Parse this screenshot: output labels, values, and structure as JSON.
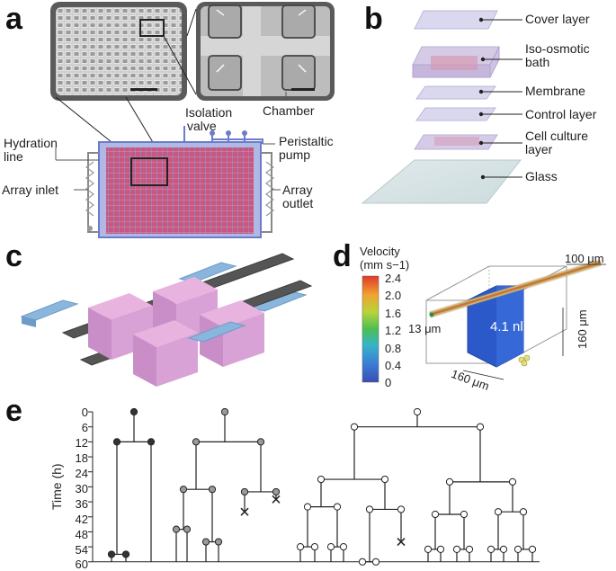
{
  "panels": {
    "a": "a",
    "b": "b",
    "c": "c",
    "d": "d",
    "e": "e"
  },
  "panel_a": {
    "isolation_valve": [
      "Isolation",
      "valve"
    ],
    "hydration_line": [
      "Hydration",
      "line"
    ],
    "array_inlet": "Array inlet",
    "peristaltic_pump": [
      "Peristaltic",
      "pump"
    ],
    "array_outlet": [
      "Array",
      "outlet"
    ],
    "chamber": "Chamber"
  },
  "panel_b": {
    "layers": [
      [
        "Cover layer"
      ],
      [
        "Iso-osmotic",
        "bath"
      ],
      [
        "Membrane"
      ],
      [
        "Control layer"
      ],
      [
        "Cell culture",
        "layer"
      ],
      [
        "Glass"
      ]
    ]
  },
  "panel_d": {
    "colorbar_title": [
      "Velocity",
      "(mm s−1)"
    ],
    "colorbar_ticks": [
      "2.4",
      "2.0",
      "1.6",
      "1.2",
      "0.8",
      "0.4",
      "0"
    ],
    "dim_top": "100 μm",
    "dim_left": "13 μm",
    "dim_right": "160 μm",
    "dim_bottom": "160 μm",
    "volume": "4.1 nl"
  },
  "panel_e": {
    "ylabel": "Time (h)",
    "yticks": [
      "0",
      "6",
      "12",
      "18",
      "24",
      "30",
      "36",
      "42",
      "48",
      "54",
      "60"
    ],
    "colors": {
      "tree1": "#333333",
      "tree2": "#9a9a9a",
      "tree3": "#ffffff"
    }
  }
}
